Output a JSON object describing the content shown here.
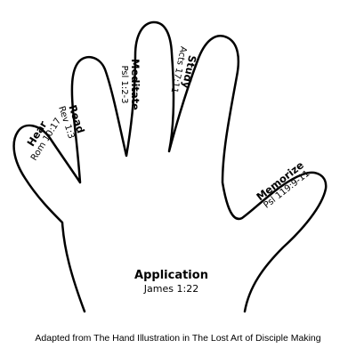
{
  "colors": {
    "outline": "#000000",
    "background": "#ffffff",
    "text": "#000000"
  },
  "fingers": {
    "hear": {
      "name": "Hear",
      "ref": "Rom 10:17"
    },
    "read": {
      "name": "Read",
      "ref": "Rev 1:3"
    },
    "meditate": {
      "name": "Meditate",
      "ref": "Psl 1:2-3"
    },
    "study": {
      "name": "Study",
      "ref": "Acts 17:11"
    },
    "memorize": {
      "name": "Memorize",
      "ref": "Psl 119:9-11"
    }
  },
  "palm": {
    "name": "Application",
    "ref": "James 1:22"
  },
  "caption": "Adapted from The Hand Illustration in The Lost Art of Disciple Making"
}
